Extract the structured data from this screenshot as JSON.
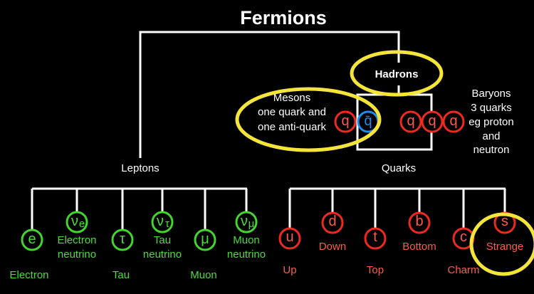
{
  "title": "Fermions",
  "hadrons": "Hadrons",
  "mesons": {
    "lines": [
      "Mesons",
      "one quark and",
      "one anti-quark"
    ],
    "symbols": [
      "q",
      "q̄"
    ]
  },
  "baryons": {
    "lines": [
      "Baryons",
      "3 quarks",
      "eg proton",
      "and",
      "neutron"
    ],
    "symbols": [
      "q",
      "q",
      "q"
    ]
  },
  "leptons": {
    "label": "Leptons",
    "items": [
      {
        "symbol": "e",
        "name": [
          "Electron"
        ]
      },
      {
        "symbol": "ν",
        "sub": "e",
        "name": [
          "Electron",
          "neutrino"
        ]
      },
      {
        "symbol": "τ",
        "name": [
          "Tau"
        ]
      },
      {
        "symbol": "ν",
        "sub": "τ",
        "name": [
          "Tau",
          "neutrino"
        ]
      },
      {
        "symbol": "μ",
        "name": [
          "Muon"
        ]
      },
      {
        "symbol": "ν",
        "sub": "μ",
        "name": [
          "Muon",
          "neutrino"
        ]
      }
    ]
  },
  "quarks": {
    "label": "Quarks",
    "items": [
      {
        "symbol": "u",
        "name": "Up"
      },
      {
        "symbol": "d",
        "name": "Down"
      },
      {
        "symbol": "t",
        "name": "Top"
      },
      {
        "symbol": "b",
        "name": "Bottom"
      },
      {
        "symbol": "c",
        "name": "Charm"
      },
      {
        "symbol": "s",
        "name": "Strange"
      }
    ]
  },
  "colors": {
    "lepton": "#4ddb3a",
    "quark": "#ff5a4a",
    "antiquark": "#1e8cf0",
    "highlight": "#f5e43a"
  }
}
